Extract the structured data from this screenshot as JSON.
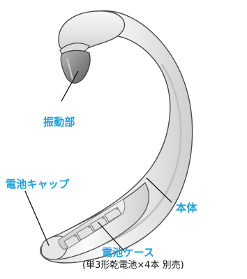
{
  "labels": {
    "vibration": "振動部",
    "battery_cap": "電池キャップ",
    "body": "本体",
    "battery_case": "電池ケース",
    "battery_note": "(単3形乾電池×4本 別売)"
  },
  "colors": {
    "label_blue": "#1aa3dd",
    "note_black": "#111111",
    "outline": "#4a4a4a",
    "device_fill": "#efefef",
    "shade": "#bfbfbf",
    "vibration_dark": "#6e6e6e",
    "leader": "#111111"
  }
}
